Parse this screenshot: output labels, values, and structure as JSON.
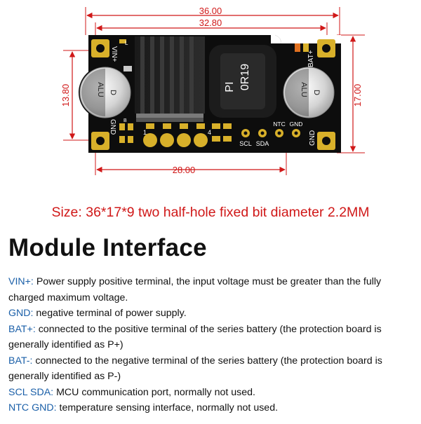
{
  "figure": {
    "dimensions": {
      "overall_width": "36.00",
      "hole_span": "32.80",
      "height_left": "13.80",
      "height_right": "17.00",
      "bottom_span": "28.00"
    },
    "board_labels": {
      "vin_plus": "VIN+",
      "gnd_left": "GND",
      "bat_plus": "BAT+",
      "gnd_right": "GND",
      "ntc": "NTC",
      "scl": "SCL",
      "sda": "SDA",
      "inductor_line1": "PI",
      "inductor_line2": "0R19",
      "cap_line1": "ALU",
      "cap_line2": "D",
      "pad_1": "1",
      "pad_4": "4",
      "small_b": "B",
      "small_l": "L"
    },
    "colors": {
      "dimension": "#d01818",
      "board": "#111111",
      "pad_gold": "#d8b02a"
    }
  },
  "size_text": "Size: 36*17*9 two half-hole fixed bit diameter 2.2MM",
  "heading": "Module Interface",
  "items": [
    {
      "term": "VIN+:",
      "text": " Power supply positive terminal, the input voltage must be greater than the fully charged maximum voltage."
    },
    {
      "term": "GND:",
      "text": " negative terminal of power supply."
    },
    {
      "term": "BAT+:",
      "text": " connected to the positive terminal of the series battery (the protection board is generally identified as P+)"
    },
    {
      "term": "BAT-:",
      "text": " connected to the negative terminal of the series battery (the protection board is generally identified as P-)"
    },
    {
      "term": "SCL SDA:",
      "text": " MCU communication port, normally not used."
    },
    {
      "term": "NTC GND:",
      "text": " temperature sensing interface, normally not used."
    }
  ],
  "colors": {
    "term": "#1a5fa8",
    "size_text": "#d01818"
  }
}
